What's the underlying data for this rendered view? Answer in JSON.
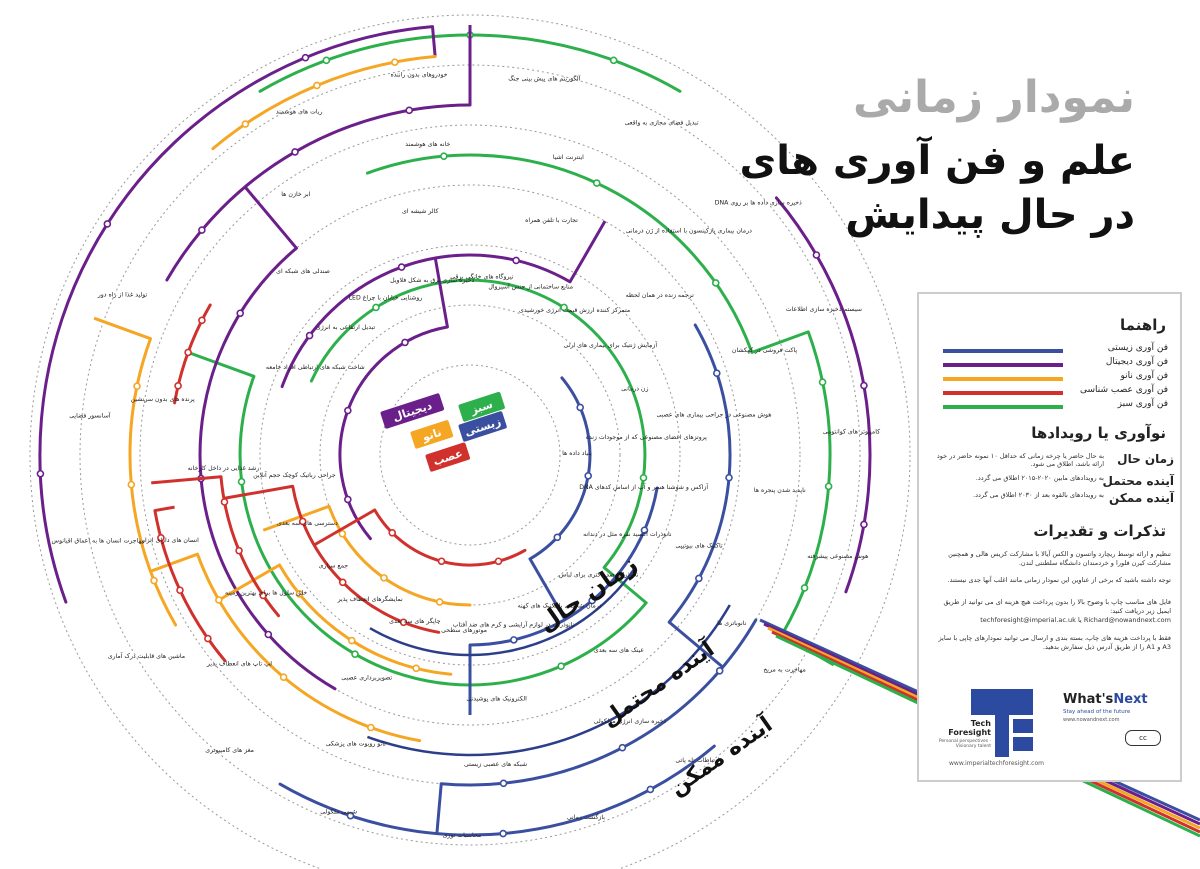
{
  "title": {
    "top": "نمودار زمانی",
    "main_line1": "علم و فن آوری های",
    "main_line2": "در حال پیدایش"
  },
  "colors": {
    "nano": "#f5a623",
    "digital": "#6b1f8a",
    "bio": "#3a4fa0",
    "neuro": "#d0312d",
    "green": "#2db04b",
    "ring_dotted": "#999999"
  },
  "center_tags": {
    "digital": "دیجیتال",
    "green": "سبز",
    "nano": "نانو",
    "bio": "زیستی",
    "neuro": "عصب"
  },
  "zone_labels": {
    "present": "زمان حال",
    "probable": "آینده محتمل",
    "possible": "آینده ممکن"
  },
  "legend": {
    "heading": "راهنما",
    "items": [
      {
        "label": "فن آوری زیستی",
        "color": "#3a4fa0"
      },
      {
        "label": "فن آوری دیجیتال",
        "color": "#6b1f8a"
      },
      {
        "label": "فن آوری نانو",
        "color": "#f5a623"
      },
      {
        "label": "فن آوری عصب شناسی",
        "color": "#d0312d"
      },
      {
        "label": "فن آوری سبز",
        "color": "#2db04b"
      }
    ],
    "events_heading": "نوآوری یا رویدادها",
    "events": [
      {
        "key": "زمان حال",
        "text": "به حال حاضر یا چرخه زمانی که حداقل ۱۰ نمونه حاضر در خود ارائه باشد، اطلاق می شود."
      },
      {
        "key": "آینده محتمل",
        "text": "به رویدادهای مابین ۲۰۲۰-۲۰۱۵ اطلاق می گردد."
      },
      {
        "key": "آینده ممکن",
        "text": "به رویدادهای بالقوه بعد از ۲۰۳۰ اطلاق می گردد."
      }
    ],
    "credits_heading": "تذکرات و تقدیرات",
    "credits_p1": "تنظیم و ارائه توسط ریچارد واتسون و الکس آیالا با مشارکت کریس هالی و همچنین مشارکت کیرن فلورا و خردمندان دانشگاه سلطنتی لندن.",
    "credits_p2": "توجه داشته باشید که برخی از عناوین این نمودار زمانی مانند اغلب آنها جدی نیستند.",
    "credits_p3": "فایل های مناسب چاپ با وضوح بالا را بدون پرداخت هیچ هزینه ای می توانید از طریق ایمیل زیر دریافت کنید:",
    "credits_emails": "techforesight@imperial.ac.uk یا Richard@nowandnext.com",
    "credits_p4": "فقط با پرداخت هزینه های چاپ، بسته بندی و ارسال می توانید نمودارهای چاپی با سایز A3 و A1 را از طریق آدرس ذیل سفارش بدهید.",
    "logo_tf_line1": "Tech",
    "logo_tf_line2": "Foresight",
    "logo_tf_sub": "Personal perspectives · Visionary talent",
    "logo_wn_a": "What's",
    "logo_wn_b": "Next",
    "logo_wn_sub": "Stay ahead of the future",
    "logo_wn_url": "www.nowandnext.com",
    "cc_badge": "cc",
    "url": "www.imperialtechforesight.com"
  },
  "nodes": [
    {
      "id": "n1",
      "text": "بنیاد داده ها",
      "ring": 0
    },
    {
      "id": "n2",
      "text": "شاخت شبکه های ارتباطی افراد جامعه",
      "ring": 1
    },
    {
      "id": "n3",
      "text": "تبدیل ارتفاعی به انرژی",
      "ring": 1
    },
    {
      "id": "n4",
      "text": "روشنایی خیابان با چراغ LED",
      "ring": 1
    },
    {
      "id": "n5",
      "text": "ذخیره سازی برق به شکل فلاویل",
      "ring": 1
    },
    {
      "id": "n6",
      "text": "نیروگاه های خانگی برقی",
      "ring": 1
    },
    {
      "id": "n7",
      "text": "منابع ساختمانی از جنس آسیروال",
      "ring": 1
    },
    {
      "id": "n8",
      "text": "متمرکز کننده ارزش قیمت انرژی خورشیدی",
      "ring": 1
    },
    {
      "id": "n9",
      "text": "آزمایش ژنتیک برای بیماری های ارثی",
      "ring": 1
    },
    {
      "id": "n10",
      "text": "زن درمانی",
      "ring": 1
    },
    {
      "id": "n11",
      "text": "پروتزهای اعضای مصنوعی که از موجودات زنده",
      "ring": 1
    },
    {
      "id": "n12",
      "text": "آزاکس و شوشنا هسر و آب از اساس کدهای DNA",
      "ring": 1
    },
    {
      "id": "n13",
      "text": "نانوذرات اکسید نقره مثل در دندانه",
      "ring": 1
    },
    {
      "id": "n14",
      "text": "نانوذرات ضد باکتری برای لباس",
      "ring": 1
    },
    {
      "id": "n15",
      "text": "درمان شخصی با تکنیک های کهنه",
      "ring": 1
    },
    {
      "id": "n16",
      "text": "نانوذرات در لوازم آرایشی و کرم های ضد آفتاب",
      "ring": 1
    },
    {
      "id": "n17",
      "text": "موتورهای سطحی",
      "ring": 1
    },
    {
      "id": "n18",
      "text": "چاپگر های سه بعدی",
      "ring": 1
    },
    {
      "id": "n19",
      "text": "نمایشگرهای انعطاف پذیر",
      "ring": 1
    },
    {
      "id": "n20",
      "text": "جمع سپاری",
      "ring": 1
    },
    {
      "id": "n21",
      "text": "دسترسی های سه بعدی",
      "ring": 1
    },
    {
      "id": "n22",
      "text": "جراحی رباتیک کوچک حجم آنلاین",
      "ring": 1
    },
    {
      "id": "n23",
      "text": "صندلی های شبکه ای",
      "ring": 2
    },
    {
      "id": "n24",
      "text": "کالر شیشه ای",
      "ring": 2
    },
    {
      "id": "n25",
      "text": "تجارت با تلفن همراه",
      "ring": 2
    },
    {
      "id": "n26",
      "text": "ترجمه زنده در همان لحظه",
      "ring": 2
    },
    {
      "id": "n27",
      "text": "هوش مصنوعی در جراحی بیماری های عصبی",
      "ring": 2
    },
    {
      "id": "n28",
      "text": "تاکتیک های بیوتیپی",
      "ring": 2
    },
    {
      "id": "n29",
      "text": "عینک های سه بعدی",
      "ring": 2
    },
    {
      "id": "n30",
      "text": "الکترونیک های پوشیدنی",
      "ring": 2
    },
    {
      "id": "n31",
      "text": "تصویربرداری عصبی",
      "ring": 2
    },
    {
      "id": "n32",
      "text": "خلق سلول ها برای بهترین زمینه",
      "ring": 2
    },
    {
      "id": "n33",
      "text": "رشد غذایی در داخل کارخانه",
      "ring": 2
    },
    {
      "id": "n34",
      "text": "ابر خازن ها",
      "ring": 3
    },
    {
      "id": "n35",
      "text": "خانه های هوشمند",
      "ring": 3
    },
    {
      "id": "n36",
      "text": "اینترنت اشیا",
      "ring": 3
    },
    {
      "id": "n37",
      "text": "درمان بیماری پارکینسون با استفاده از ژن درمانی",
      "ring": 3
    },
    {
      "id": "n38",
      "text": "پاکت فروشی در کهکشان",
      "ring": 3
    },
    {
      "id": "n39",
      "text": "ناپدید شدن پنجره ها",
      "ring": 3
    },
    {
      "id": "n40",
      "text": "نانوباتری ها",
      "ring": 3
    },
    {
      "id": "n41",
      "text": "ذخیره سازی انرژی مولکولی",
      "ring": 3
    },
    {
      "id": "n42",
      "text": "شبکه های عصبی زیستی",
      "ring": 3
    },
    {
      "id": "n43",
      "text": "نانو روبوت های پزشکی",
      "ring": 3
    },
    {
      "id": "n44",
      "text": "لپ تاپ های انعطاف پذیر",
      "ring": 3
    },
    {
      "id": "n45",
      "text": "انسان های دارای ابزار",
      "ring": 3
    },
    {
      "id": "n46",
      "text": "پرنده های بدون سرنشین",
      "ring": 3
    },
    {
      "id": "n47",
      "text": "ربات های هوشمند",
      "ring": 4
    },
    {
      "id": "n48",
      "text": "خودروهای بدون راننده",
      "ring": 4
    },
    {
      "id": "n49",
      "text": "آلگوریتم های پیش بینی جنگ",
      "ring": 4
    },
    {
      "id": "n50",
      "text": "تبدیل فضای مجازی به واقعی",
      "ring": 4
    },
    {
      "id": "n51",
      "text": "ذخیره سازی داده ها بر روی DNA",
      "ring": 4
    },
    {
      "id": "n52",
      "text": "سیستم ذخیره سازی اطلاعات",
      "ring": 4
    },
    {
      "id": "n53",
      "text": "کامپیوتر های کوانتومی",
      "ring": 4
    },
    {
      "id": "n54",
      "text": "هوش مصنوعی پیشرفته",
      "ring": 4
    },
    {
      "id": "n55",
      "text": "مهاجرت به مریخ",
      "ring": 4
    },
    {
      "id": "n56",
      "text": "ارتباطات تله پاتی",
      "ring": 4
    },
    {
      "id": "n57",
      "text": "بازگشت زمانی",
      "ring": 4
    },
    {
      "id": "n58",
      "text": "محاسبات نوری",
      "ring": 4
    },
    {
      "id": "n59",
      "text": "شیمی ملکولی",
      "ring": 4
    },
    {
      "id": "n60",
      "text": "مغز های کامپیوتری",
      "ring": 4
    },
    {
      "id": "n61",
      "text": "ماشین های قابلیت درک آماری",
      "ring": 4
    },
    {
      "id": "n62",
      "text": "مهاجرت انسان ها به اعماق اقیانوس",
      "ring": 4
    },
    {
      "id": "n63",
      "text": "آسانسور فضایی",
      "ring": 4
    },
    {
      "id": "n64",
      "text": "تولید غذا از راه دور",
      "ring": 4
    }
  ]
}
